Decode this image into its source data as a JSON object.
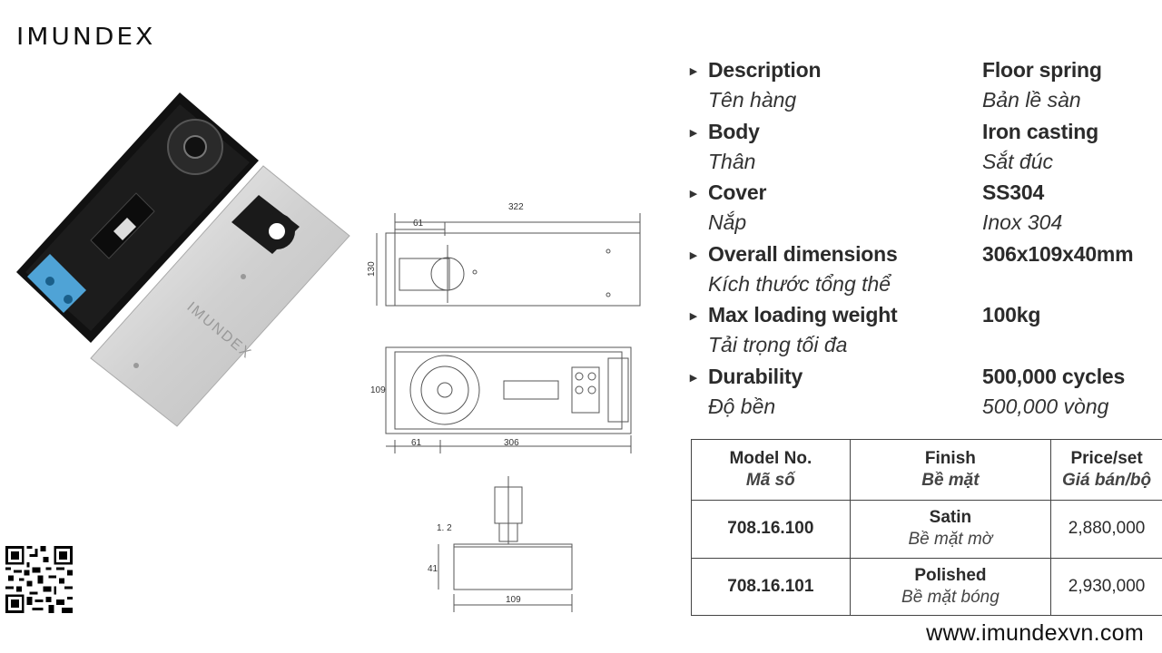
{
  "brand": {
    "logo_text": "IMUNDEX",
    "website": "www.imundexvn.com"
  },
  "photo": {
    "engraving": "IMUNDEX"
  },
  "drawing": {
    "top_view": {
      "length": "322",
      "offset": "61",
      "width": "130"
    },
    "bottom_view": {
      "length": "306",
      "offset": "61",
      "width": "109"
    },
    "side_view": {
      "gap": "1. 2",
      "height": "41",
      "width": "109"
    }
  },
  "specs": [
    {
      "label_en": "Description",
      "label_vi": "Tên hàng",
      "value_en": "Floor spring",
      "value_vi": "Bản lề sàn"
    },
    {
      "label_en": "Body",
      "label_vi": "Thân",
      "value_en": "Iron casting",
      "value_vi": "Sắt đúc"
    },
    {
      "label_en": "Cover",
      "label_vi": "Nắp",
      "value_en": "SS304",
      "value_vi": "Inox 304"
    },
    {
      "label_en": "Overall dimensions",
      "label_vi": "Kích thước tổng thể",
      "value_en": "306x109x40mm",
      "value_vi": ""
    },
    {
      "label_en": "Max loading weight",
      "label_vi": "Tải trọng tối đa",
      "value_en": "100kg",
      "value_vi": ""
    },
    {
      "label_en": "Durability",
      "label_vi": "Độ bền",
      "value_en": "500,000 cycles",
      "value_vi": "500,000 vòng"
    }
  ],
  "spec_bullet": "▸",
  "price_table": {
    "headers": [
      {
        "en": "Model No.",
        "vi": "Mã số"
      },
      {
        "en": "Finish",
        "vi": "Bề mặt"
      },
      {
        "en": "Price/set",
        "vi": "Giá bán/bộ"
      }
    ],
    "rows": [
      {
        "model": "708.16.100",
        "finish_en": "Satin",
        "finish_vi": "Bề mặt mờ",
        "price": "2,880,000"
      },
      {
        "model": "708.16.101",
        "finish_en": "Polished",
        "finish_vi": "Bề mặt bóng",
        "price": "2,930,000"
      }
    ]
  }
}
